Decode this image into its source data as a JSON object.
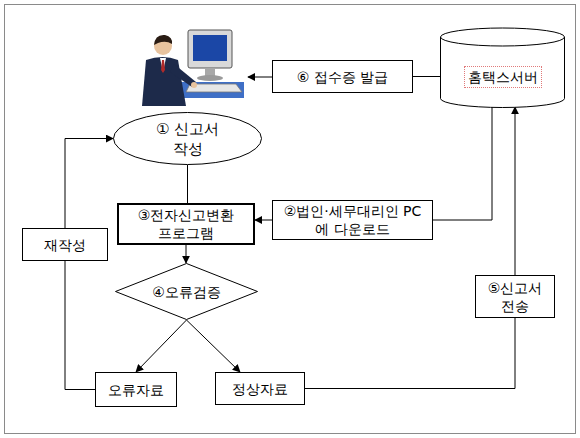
{
  "diagram": {
    "nodes": [
      {
        "text": [
          "⑥ 접수증 발급"
        ]
      },
      {
        "text": [
          "홈택스서버"
        ]
      },
      {
        "text": [
          "① 신고서 작성"
        ]
      },
      {
        "text": [
          "③전자신고변환 프로그램"
        ]
      },
      {
        "text": [
          "②법인·세무대리인 PC에 다운로드"
        ]
      },
      {
        "text": [
          "재작성"
        ]
      },
      {
        "text": [
          "④오류검증"
        ]
      },
      {
        "text": [
          "⑤신고서 전송"
        ]
      },
      {
        "text": [
          "오류자료"
        ]
      },
      {
        "text": [
          "정상자료"
        ]
      }
    ],
    "edges": [
      {
        "from": 1,
        "to": 0,
        "arrow": "none"
      },
      {
        "from": 2,
        "to": 3,
        "arrow": "none"
      },
      {
        "from": 1,
        "to": 4,
        "arrow": "none"
      },
      {
        "from": 4,
        "to": 3,
        "arrow": "to"
      },
      {
        "from": 3,
        "to": 6,
        "arrow": "to"
      },
      {
        "from": 6,
        "to": 8,
        "arrow": "to"
      },
      {
        "from": 6,
        "to": 9,
        "arrow": "to"
      },
      {
        "from": 8,
        "to": 5,
        "arrow": "none"
      },
      {
        "from": 5,
        "to": 2,
        "arrow": "to"
      },
      {
        "from": 9,
        "to": 7,
        "arrow": "none"
      },
      {
        "from": 7,
        "to": 1,
        "arrow": "to"
      }
    ]
  }
}
